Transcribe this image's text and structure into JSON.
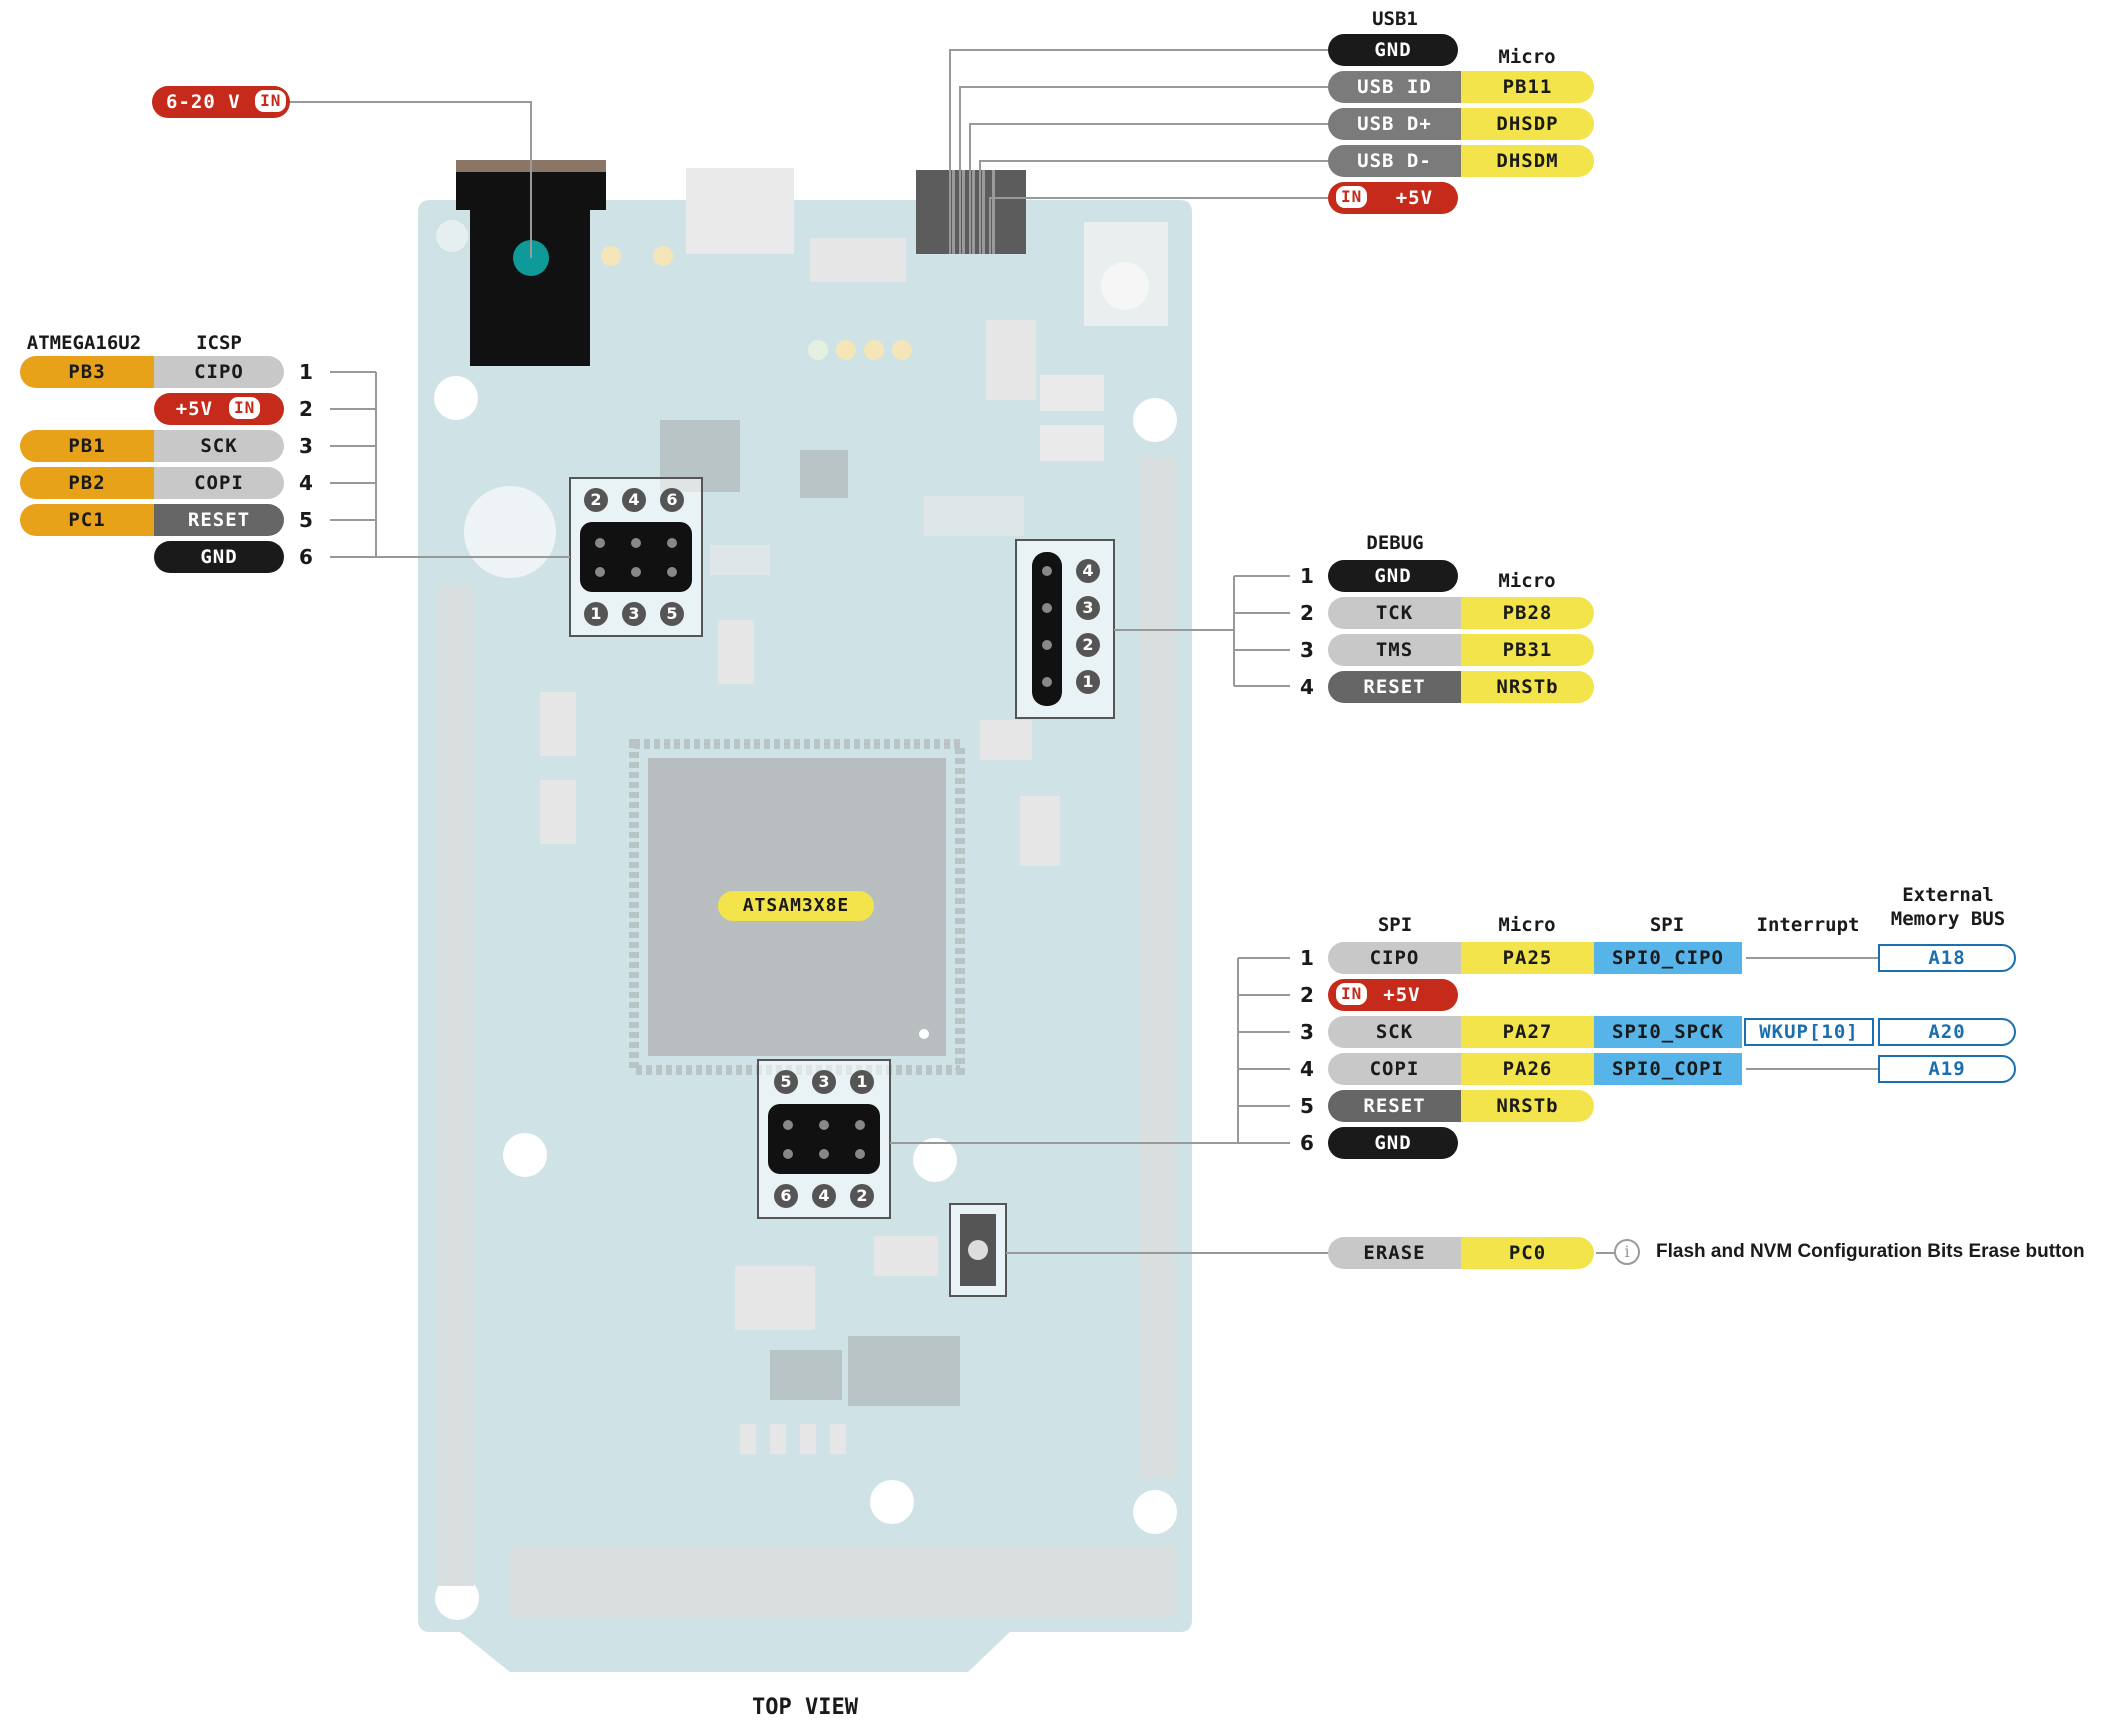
{
  "board": {
    "view_label": "TOP VIEW",
    "chip_label": "ATSAM3X8E"
  },
  "power_jack": {
    "label": "6-20 V",
    "badge": "IN"
  },
  "usb1": {
    "title": "USB1",
    "micro_header": "Micro",
    "gnd": "GND",
    "usb_id": "USB ID",
    "usb_dp": "USB D+",
    "usb_dm": "USB D-",
    "in_badge": "IN",
    "plus5v": "+5V",
    "pb11": "PB11",
    "dhsdp": "DHSDP",
    "dhsdm": "DHSDM"
  },
  "icsp_left": {
    "atmega_header": "ATMEGA16U2",
    "icsp_header": "ICSP",
    "pins": [
      {
        "num": "1",
        "atmega": "PB3",
        "icsp": "CIPO"
      },
      {
        "num": "2",
        "atmega": "",
        "icsp": "+5V",
        "badge": "IN"
      },
      {
        "num": "3",
        "atmega": "PB1",
        "icsp": "SCK"
      },
      {
        "num": "4",
        "atmega": "PB2",
        "icsp": "COPI"
      },
      {
        "num": "5",
        "atmega": "PC1",
        "icsp": "RESET"
      },
      {
        "num": "6",
        "atmega": "",
        "icsp": "GND"
      }
    ],
    "header_pins_top": [
      "2",
      "4",
      "6"
    ],
    "header_pins_bottom": [
      "1",
      "3",
      "5"
    ]
  },
  "debug": {
    "title": "DEBUG",
    "micro_header": "Micro",
    "pins": [
      {
        "num": "1",
        "name": "GND",
        "micro": ""
      },
      {
        "num": "2",
        "name": "TCK",
        "micro": "PB28"
      },
      {
        "num": "3",
        "name": "TMS",
        "micro": "PB31"
      },
      {
        "num": "4",
        "name": "RESET",
        "micro": "NRSTb"
      }
    ],
    "header_pins": [
      "4",
      "3",
      "2",
      "1"
    ]
  },
  "spi": {
    "spi_header": "SPI",
    "micro_header": "Micro",
    "spi2_header": "SPI",
    "interrupt_header": "Interrupt",
    "ext_header_line1": "External",
    "ext_header_line2": "Memory BUS",
    "pins": [
      {
        "num": "1",
        "name": "CIPO",
        "micro": "PA25",
        "spi": "SPI0_CIPO",
        "interrupt": "",
        "ext": "A18"
      },
      {
        "num": "2",
        "name": "+5V",
        "badge": "IN",
        "micro": "",
        "spi": "",
        "interrupt": "",
        "ext": ""
      },
      {
        "num": "3",
        "name": "SCK",
        "micro": "PA27",
        "spi": "SPI0_SPCK",
        "interrupt": "WKUP[10]",
        "ext": "A20"
      },
      {
        "num": "4",
        "name": "COPI",
        "micro": "PA26",
        "spi": "SPI0_COPI",
        "interrupt": "",
        "ext": "A19"
      },
      {
        "num": "5",
        "name": "RESET",
        "micro": "NRSTb",
        "spi": "",
        "interrupt": "",
        "ext": ""
      },
      {
        "num": "6",
        "name": "GND",
        "micro": "",
        "spi": "",
        "interrupt": "",
        "ext": ""
      }
    ],
    "header_pins_top": [
      "5",
      "3",
      "1"
    ],
    "header_pins_bottom": [
      "6",
      "4",
      "2"
    ]
  },
  "erase": {
    "name": "ERASE",
    "micro": "PC0",
    "info_icon": "i",
    "note": "Flash and NVM Configuration Bits Erase button"
  },
  "colors": {
    "board": "#cfe3e6",
    "gray_light": "#c8c8c8",
    "gray_mid": "#7b7b7b",
    "gray_dark": "#666666",
    "black": "#1a1a1a",
    "red": "#c52a1a",
    "yellow": "#f2e44a",
    "orange": "#e8a21a",
    "blue": "#56b4e9",
    "outline_blue": "#1a6fb0"
  }
}
